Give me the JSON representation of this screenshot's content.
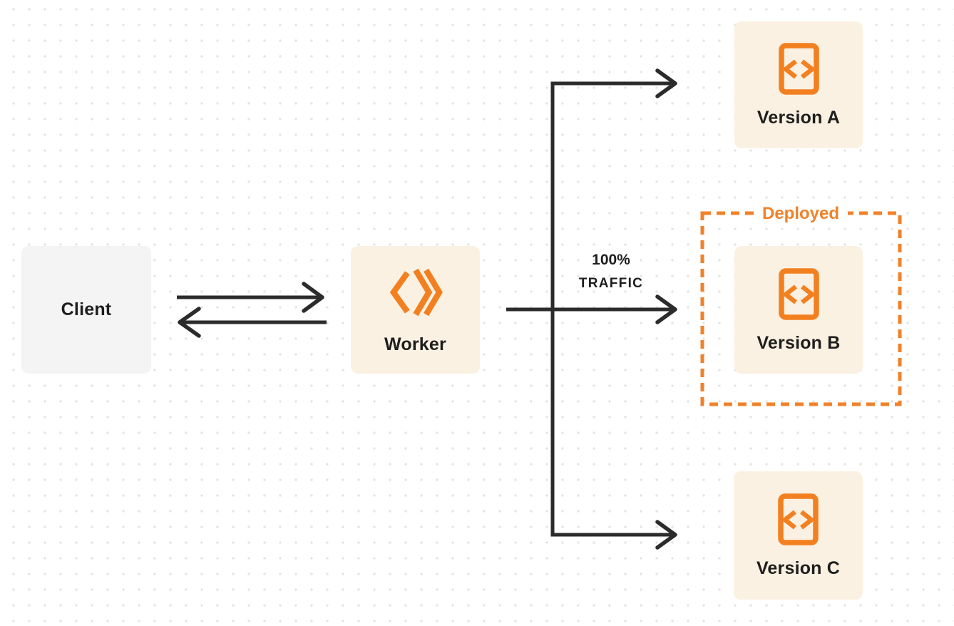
{
  "diagram": {
    "nodes": {
      "client": {
        "label": "Client"
      },
      "worker": {
        "label": "Worker",
        "icon": "cloudflare-workers-icon"
      },
      "version_a": {
        "label": "Version A",
        "icon": "code-file-icon"
      },
      "version_b": {
        "label": "Version B",
        "icon": "code-file-icon"
      },
      "version_c": {
        "label": "Version C",
        "icon": "code-file-icon"
      }
    },
    "annotations": {
      "traffic_percent": "100%",
      "traffic_word": "TRAFFIC",
      "deployed": "Deployed"
    },
    "edges": [
      {
        "from": "client",
        "to": "worker",
        "direction": "right"
      },
      {
        "from": "worker",
        "to": "client",
        "direction": "left"
      },
      {
        "from": "worker",
        "to": "version_a"
      },
      {
        "from": "worker",
        "to": "version_b",
        "label": "100% TRAFFIC"
      },
      {
        "from": "worker",
        "to": "version_c"
      }
    ],
    "colors": {
      "accent_orange": "#f38020",
      "deployed_orange": "#f0822a",
      "card_cream": "#fbf1e2",
      "card_gray": "#f4f4f5",
      "arrow_dark": "#2b2b2b",
      "text_dark": "#1e1e1e",
      "background_dot": "#e4e4e4"
    }
  }
}
